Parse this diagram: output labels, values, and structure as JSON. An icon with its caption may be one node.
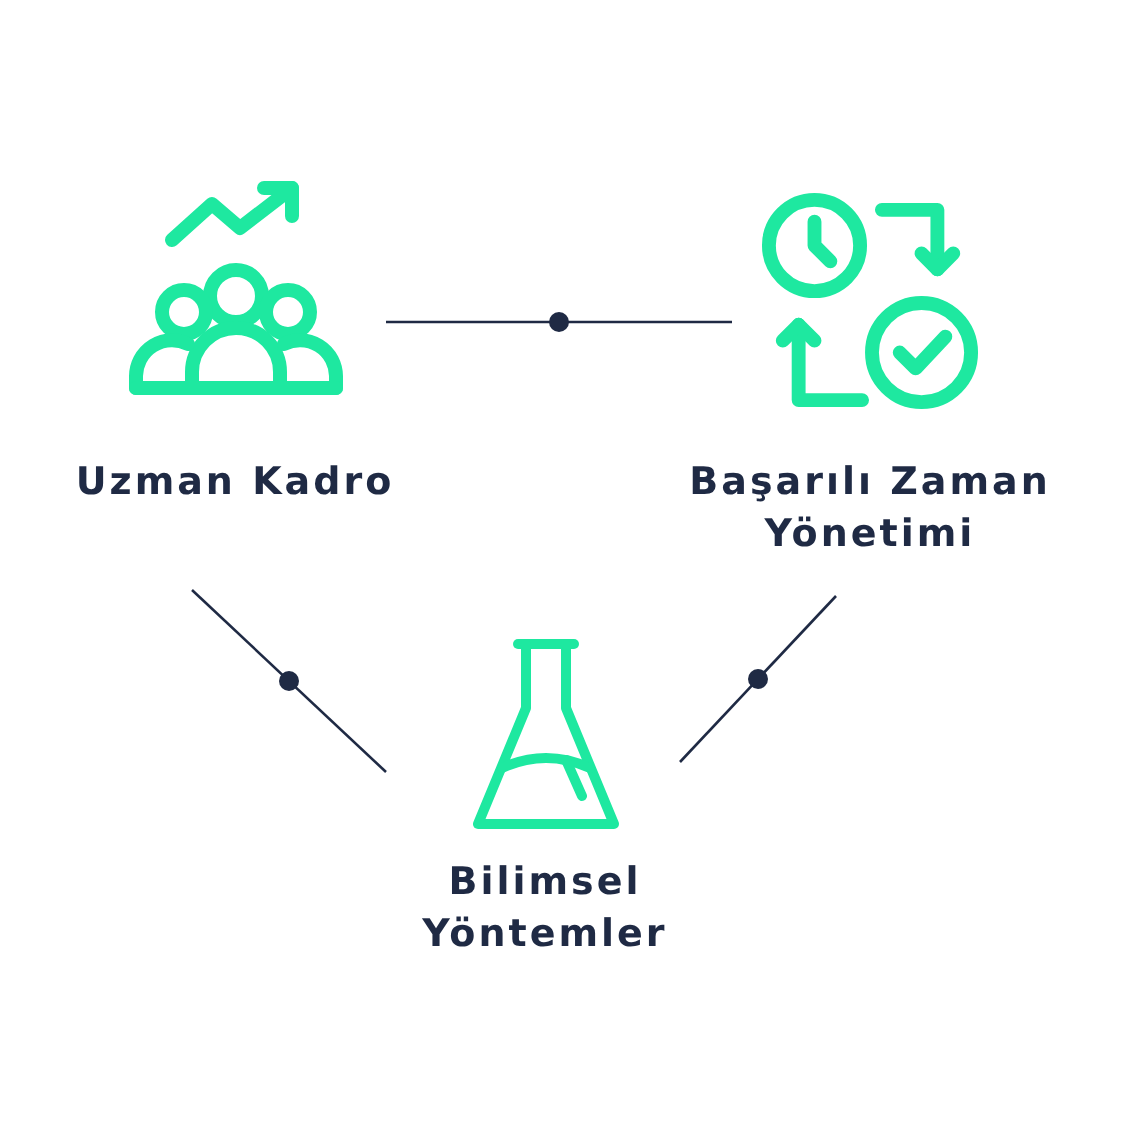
{
  "diagram": {
    "nodes": [
      {
        "text": [
          "Uzman Kadro"
        ]
      },
      {
        "text": [
          "Başarılı Zaman Yönetimi"
        ]
      },
      {
        "text": [
          "Bilimsel Yöntemler"
        ]
      }
    ],
    "edges": [
      {
        "from": 0,
        "to": 1,
        "arrow": "none"
      },
      {
        "from": 0,
        "to": 2,
        "arrow": "none"
      },
      {
        "from": 1,
        "to": 2,
        "arrow": "none"
      }
    ]
  }
}
